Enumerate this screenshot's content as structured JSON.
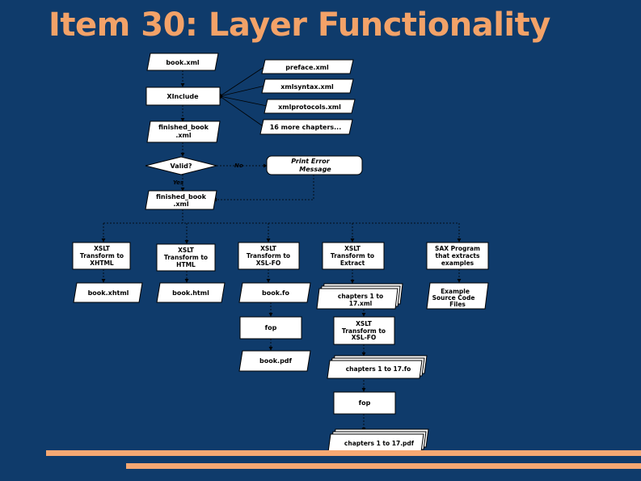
{
  "title": "Item 30: Layer Functionality",
  "nodes": {
    "book_xml": "book.xml",
    "xinclude": "XInclude",
    "preface": "preface.xml",
    "xmlsyntax": "xmlsyntax.xml",
    "xmlprotocols": "xmlprotocols.xml",
    "more_chapters": "16 more chapters...",
    "finished_book_1": [
      "finished_book",
      ".xml"
    ],
    "valid": "Valid?",
    "print_error": [
      "Print  Error",
      "Message"
    ],
    "no_label": "No",
    "yes_label": "Yes",
    "finished_book_2": [
      "finished_book",
      ".xml"
    ],
    "xslt_xhtml": [
      "XSLT",
      "Transform to",
      "XHTML"
    ],
    "xslt_html": [
      "XSLT",
      "Transform to",
      "HTML"
    ],
    "xslt_xslfo": [
      "XSLT",
      "Transform to",
      "XSL-FO"
    ],
    "xslt_extract": [
      "XSLT",
      "Transform to",
      "Extract"
    ],
    "sax_program": [
      "SAX Program",
      "that extracts",
      "examples"
    ],
    "book_xhtml": "book.xhtml",
    "book_html": "book.html",
    "book_fo": "book.fo",
    "fop_1": "fop",
    "book_pdf": "book.pdf",
    "chapters_xml": [
      "chapters 1 to",
      "17.xml"
    ],
    "example_source": [
      "Example",
      "Source Code",
      "Files"
    ],
    "xslt_xslfo_2": [
      "XSLT",
      "Transform to",
      "XSL-FO"
    ],
    "chapters_fo": "chapters 1 to 17.fo",
    "fop_2": "fop",
    "chapters_pdf": "chapters 1 to 17.pdf"
  },
  "colors": {
    "background": "#0f3b6b",
    "title": "#f3a268",
    "accent_bar": "#f6a873",
    "shape_fill": "#ffffff",
    "shape_stroke": "#000000"
  }
}
